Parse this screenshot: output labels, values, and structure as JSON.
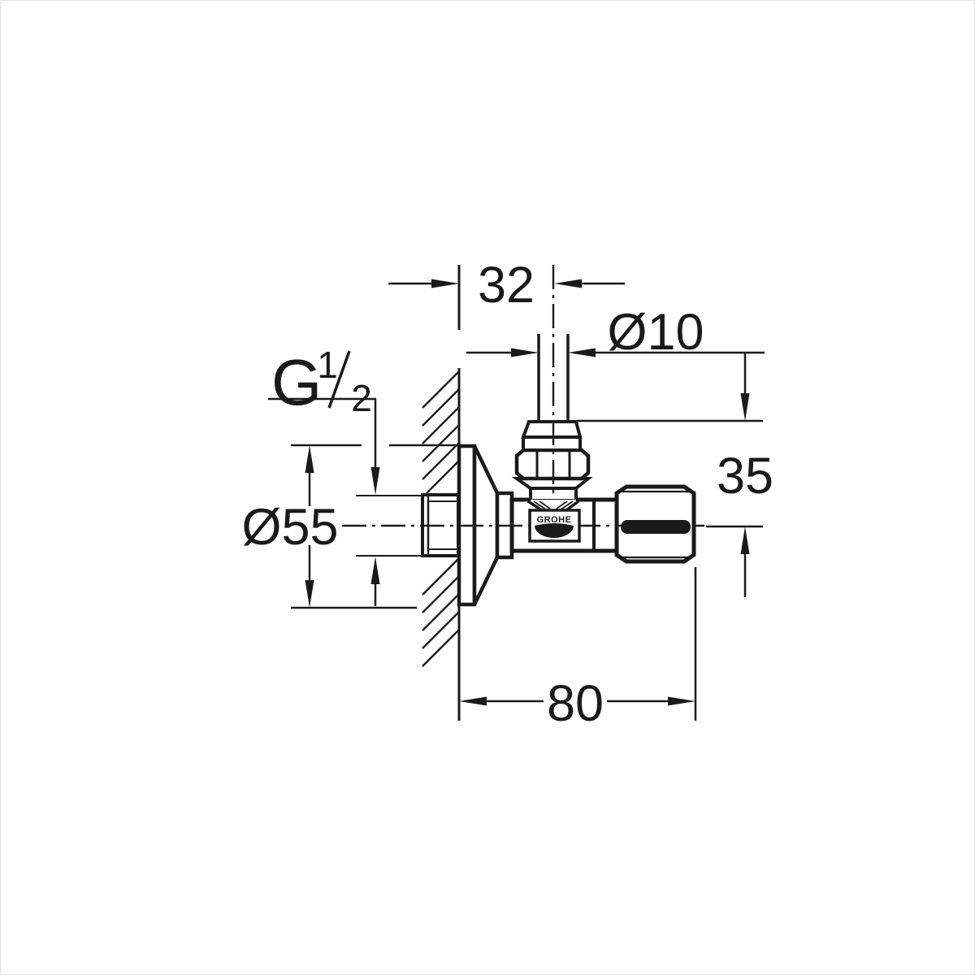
{
  "drawing": {
    "background": "#ffffff",
    "ink_color": "#1a1a1a",
    "type": "technical-dimension-drawing",
    "subject": "angle-valve-side-view",
    "brand": {
      "logo_text": "GROHE"
    },
    "dimensions": {
      "wall_to_pipe_axis": {
        "label": "32"
      },
      "pipe_diameter": {
        "label": "Ø10"
      },
      "thread": {
        "letter": "G",
        "numerator": "1",
        "denominator": "2"
      },
      "flange_diameter": {
        "label": "Ø55"
      },
      "axis_to_outlet_top": {
        "label": "35"
      },
      "wall_to_handle_end": {
        "label": "80"
      }
    }
  }
}
